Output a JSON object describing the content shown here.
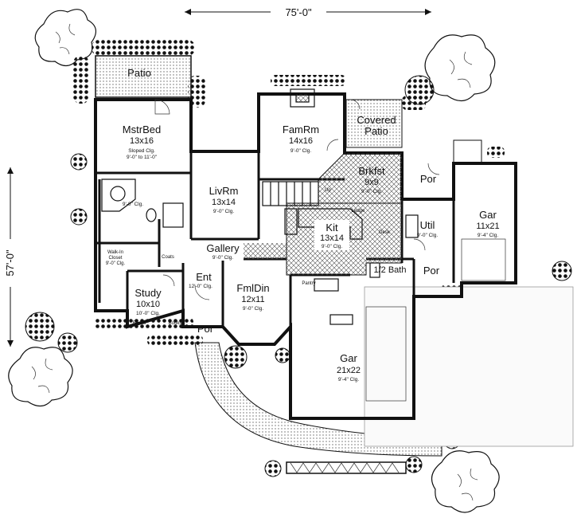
{
  "dimensions": {
    "width": "75'-0\"",
    "depth": "57'-0\""
  },
  "rooms": [
    {
      "id": "patio",
      "name": "Patio"
    },
    {
      "id": "mstrbed",
      "name": "MstrBed",
      "size": "13x16",
      "note1": "Sloped Clg.",
      "note2": "9'-0\" to 11'-0\""
    },
    {
      "id": "famrm",
      "name": "FamRm",
      "size": "14x16",
      "note1": "9'-0\" Clg."
    },
    {
      "id": "covpatio",
      "name1": "Covered",
      "name2": "Patio"
    },
    {
      "id": "brkfst",
      "name": "Brkfst",
      "size": "9x9",
      "note1": "9'-0\" Clg."
    },
    {
      "id": "livrm",
      "name": "LivRm",
      "size": "13x14",
      "note1": "9'-0\" Clg."
    },
    {
      "id": "kit",
      "name": "Kit",
      "size": "13x14",
      "note1": "9'-0\" Clg."
    },
    {
      "id": "gar_side",
      "name": "Gar",
      "size": "11x21",
      "note1": "9'-4\" Clg."
    },
    {
      "id": "util",
      "name": "Util",
      "note1": "9'-0\" Clg."
    },
    {
      "id": "por_top",
      "name": "Por"
    },
    {
      "id": "por_mid",
      "name": "Por"
    },
    {
      "id": "halfbath",
      "name": "1/2 Bath"
    },
    {
      "id": "gallery",
      "name": "Gallery",
      "note1": "9'-0\" Clg."
    },
    {
      "id": "study",
      "name": "Study",
      "size": "10x10",
      "note1": "10'-0\" Clg."
    },
    {
      "id": "ent",
      "name": "Ent",
      "note1": "12'-0\" Clg."
    },
    {
      "id": "fmldin",
      "name": "FmlDin",
      "size": "12x11",
      "note1": "9'-0\" Clg."
    },
    {
      "id": "por_front",
      "name": "Por"
    },
    {
      "id": "gar_main",
      "name": "Gar",
      "size": "21x22",
      "note1": "9'-4\" Clg."
    },
    {
      "id": "bath",
      "note1": "9'-0\" Clg."
    },
    {
      "id": "closet",
      "name1": "Walk-In",
      "name2": "Closet",
      "note1": "9'-0\" Clg."
    }
  ],
  "small_labels": {
    "coats": "Coats",
    "books1": "Books",
    "books2": "Books",
    "up": "Up",
    "ledge": "Ledge",
    "desk": "Desk",
    "pantry": "Pantry"
  },
  "colors": {
    "ink": "#111111",
    "paper": "#ffffff",
    "hatch": "#555555"
  }
}
